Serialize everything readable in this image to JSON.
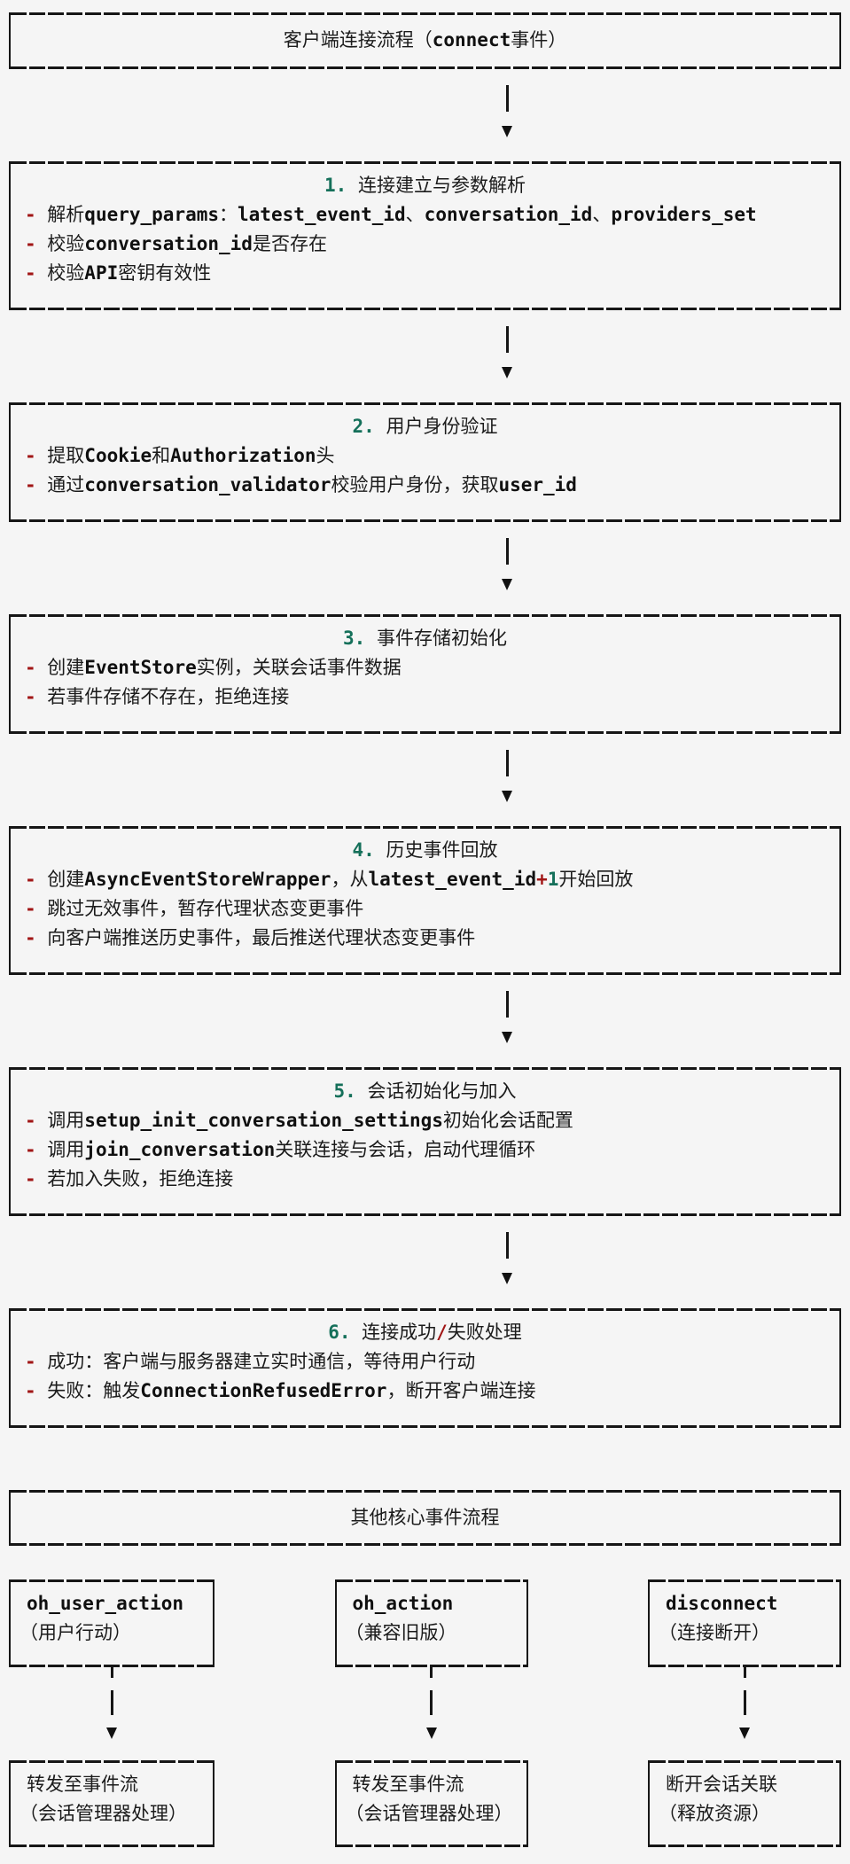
{
  "colors": {
    "background": "#f5f5f5",
    "text": "#1b1b1b",
    "border": "#161616",
    "accent_red": "#a11616",
    "accent_green": "#15705a"
  },
  "header_box": {
    "title": [
      [
        "plain",
        "客户端连接流程（"
      ],
      [
        "code",
        "connect"
      ],
      [
        "plain",
        "事件）"
      ]
    ]
  },
  "flow_boxes": [
    {
      "title": [
        [
          "num",
          "1."
        ],
        [
          "plain",
          " 连接建立与参数解析"
        ]
      ],
      "bullets": [
        [
          [
            "red",
            "- "
          ],
          [
            "plain",
            "解析"
          ],
          [
            "code",
            "query_params"
          ],
          [
            "plain",
            "："
          ],
          [
            "code",
            "latest_event_id"
          ],
          [
            "plain",
            "、"
          ],
          [
            "code",
            "conversation_id"
          ],
          [
            "plain",
            "、"
          ],
          [
            "code",
            "providers_set"
          ]
        ],
        [
          [
            "red",
            "- "
          ],
          [
            "plain",
            "校验"
          ],
          [
            "code",
            "conversation_id"
          ],
          [
            "plain",
            "是否存在"
          ]
        ],
        [
          [
            "red",
            "- "
          ],
          [
            "plain",
            "校验"
          ],
          [
            "code",
            "API"
          ],
          [
            "plain",
            "密钥有效性"
          ]
        ]
      ]
    },
    {
      "title": [
        [
          "num",
          "2."
        ],
        [
          "plain",
          " 用户身份验证"
        ]
      ],
      "bullets": [
        [
          [
            "red",
            "- "
          ],
          [
            "plain",
            "提取"
          ],
          [
            "code",
            "Cookie"
          ],
          [
            "plain",
            "和"
          ],
          [
            "code",
            "Authorization"
          ],
          [
            "plain",
            "头"
          ]
        ],
        [
          [
            "red",
            "- "
          ],
          [
            "plain",
            "通过"
          ],
          [
            "code",
            "conversation_validator"
          ],
          [
            "plain",
            "校验用户身份，获取"
          ],
          [
            "code",
            "user_id"
          ]
        ]
      ]
    },
    {
      "title": [
        [
          "num",
          "3."
        ],
        [
          "plain",
          " 事件存储初始化"
        ]
      ],
      "bullets": [
        [
          [
            "red",
            "- "
          ],
          [
            "plain",
            "创建"
          ],
          [
            "code",
            "EventStore"
          ],
          [
            "plain",
            "实例，关联会话事件数据"
          ]
        ],
        [
          [
            "red",
            "- "
          ],
          [
            "plain",
            "若事件存储不存在，拒绝连接"
          ]
        ]
      ]
    },
    {
      "title": [
        [
          "num",
          "4."
        ],
        [
          "plain",
          " 历史事件回放"
        ]
      ],
      "bullets": [
        [
          [
            "red",
            "- "
          ],
          [
            "plain",
            "创建"
          ],
          [
            "code",
            "AsyncEventStoreWrapper"
          ],
          [
            "plain",
            "，从"
          ],
          [
            "code",
            "latest_event_id"
          ],
          [
            "red",
            "+"
          ],
          [
            "num",
            "1"
          ],
          [
            "plain",
            "开始回放"
          ]
        ],
        [
          [
            "red",
            "- "
          ],
          [
            "plain",
            "跳过无效事件，暂存代理状态变更事件"
          ]
        ],
        [
          [
            "red",
            "- "
          ],
          [
            "plain",
            "向客户端推送历史事件，最后推送代理状态变更事件"
          ]
        ]
      ]
    },
    {
      "title": [
        [
          "num",
          "5."
        ],
        [
          "plain",
          " 会话初始化与加入"
        ]
      ],
      "bullets": [
        [
          [
            "red",
            "- "
          ],
          [
            "plain",
            "调用"
          ],
          [
            "code",
            "setup_init_conversation_settings"
          ],
          [
            "plain",
            "初始化会话配置"
          ]
        ],
        [
          [
            "red",
            "- "
          ],
          [
            "plain",
            "调用"
          ],
          [
            "code",
            "join_conversation"
          ],
          [
            "plain",
            "关联连接与会话，启动代理循环"
          ]
        ],
        [
          [
            "red",
            "- "
          ],
          [
            "plain",
            "若加入失败，拒绝连接"
          ]
        ]
      ]
    },
    {
      "title": [
        [
          "num",
          "6."
        ],
        [
          "plain",
          " 连接成功"
        ],
        [
          "red",
          "/"
        ],
        [
          "plain",
          "失败处理"
        ]
      ],
      "bullets": [
        [
          [
            "red",
            "- "
          ],
          [
            "plain",
            "成功：客户端与服务器建立实时通信，等待用户行动"
          ]
        ],
        [
          [
            "red",
            "- "
          ],
          [
            "plain",
            "失败：触发"
          ],
          [
            "code",
            "ConnectionRefusedError"
          ],
          [
            "plain",
            "，断开客户端连接"
          ]
        ]
      ]
    }
  ],
  "section_box": {
    "title": [
      [
        "plain",
        "其他核心事件流程"
      ]
    ]
  },
  "event_columns": [
    {
      "event_box": [
        [
          [
            "code",
            "oh_user_action"
          ]
        ],
        [
          [
            "plain",
            "（用户行动）"
          ]
        ]
      ],
      "handler_box": [
        [
          [
            "plain",
            "转发至事件流"
          ]
        ],
        [
          [
            "plain",
            "（会话管理器处理）"
          ]
        ]
      ]
    },
    {
      "event_box": [
        [
          [
            "code",
            "oh_action"
          ]
        ],
        [
          [
            "plain",
            "（兼容旧版）"
          ]
        ]
      ],
      "handler_box": [
        [
          [
            "plain",
            "转发至事件流"
          ]
        ],
        [
          [
            "plain",
            "（会话管理器处理）"
          ]
        ]
      ]
    },
    {
      "event_box": [
        [
          [
            "code",
            "disconnect"
          ]
        ],
        [
          [
            "plain",
            "（连接断开）"
          ]
        ]
      ],
      "handler_box": [
        [
          [
            "plain",
            "断开会话关联"
          ]
        ],
        [
          [
            "plain",
            "（释放资源）"
          ]
        ]
      ]
    }
  ]
}
